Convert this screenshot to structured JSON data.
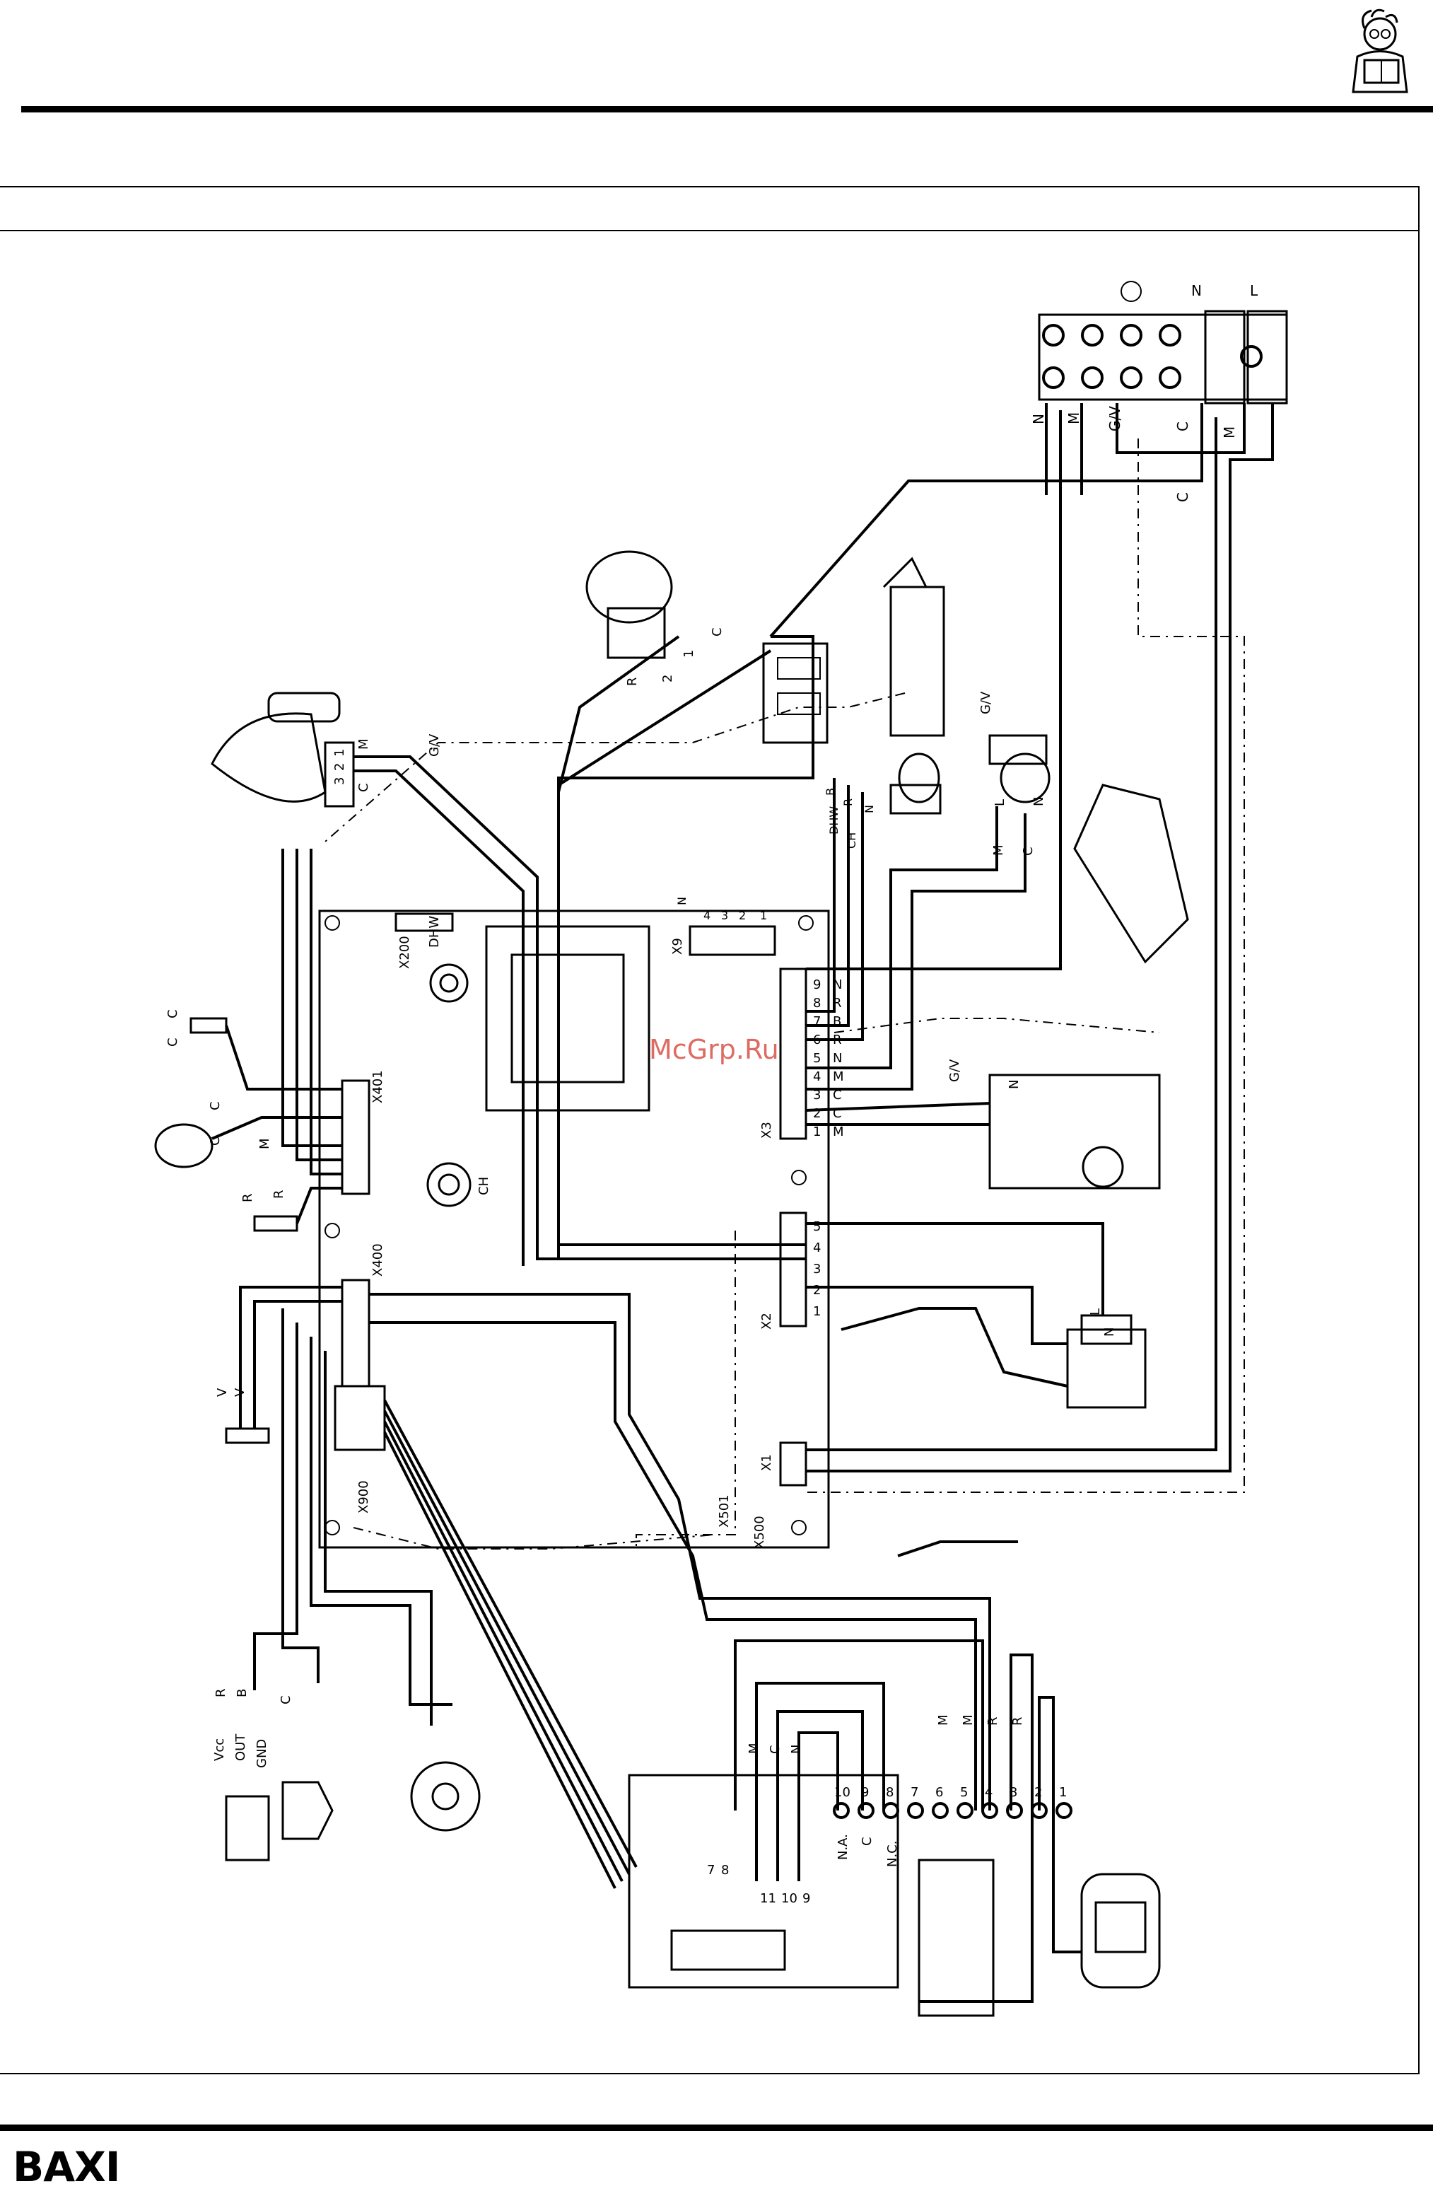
{
  "brand": "BAXI",
  "watermark": "McGrp.Ru",
  "wire_colors": [
    "N",
    "M",
    "G/V",
    "C",
    "R",
    "B",
    "V"
  ],
  "terminal_block_top": {
    "labels": [
      "N",
      "L"
    ]
  },
  "pcb": {
    "connectors": [
      "X200",
      "X401",
      "X400",
      "X900",
      "X9",
      "X3",
      "X2",
      "X1",
      "X501",
      "X500"
    ],
    "x3_pins": [
      "1",
      "2",
      "3",
      "4",
      "5",
      "6",
      "7",
      "8",
      "9"
    ],
    "x3_wires": [
      "M",
      "C",
      "C",
      "M",
      "N",
      "R",
      "B",
      "R",
      "N"
    ],
    "x2_pins": [
      "1",
      "2",
      "3",
      "4",
      "5"
    ],
    "x9_pins": [
      "4",
      "3",
      "2",
      "1"
    ],
    "pot_labels": [
      "CH",
      "DHW"
    ]
  },
  "wire_labels": {
    "sensor_a": [
      "C",
      "C"
    ],
    "sensor_b": [
      "C",
      "C",
      "M"
    ],
    "sensor_c": [
      "R",
      "R"
    ],
    "sensor_d": [
      "V",
      "V"
    ],
    "flow_sensor": [
      "Vcc",
      "OUT",
      "GND",
      "R",
      "B",
      "C"
    ],
    "fan": [
      "1",
      "2",
      "3",
      "M",
      "C",
      "G/V"
    ],
    "pressure_switch": [
      "1",
      "2",
      "R",
      "C"
    ],
    "diverter": [
      "DHW",
      "CH",
      "N",
      "B",
      "R",
      "N"
    ],
    "pump": [
      "G/V",
      "L",
      "N",
      "M",
      "C"
    ],
    "gas_valve": [
      "G/V",
      "N"
    ],
    "ignition": [
      "L",
      "N"
    ],
    "mains": [
      "N",
      "M",
      "G/V",
      "C",
      "M",
      "C"
    ]
  },
  "aux_board": {
    "terminals": [
      "10",
      "9",
      "8",
      "7",
      "6",
      "5",
      "4",
      "3",
      "2",
      "1"
    ],
    "relay_labels": [
      "N.A.",
      "C",
      "N.C."
    ],
    "plug_labels": [
      "7",
      "8"
    ],
    "small_terminals": [
      "11",
      "10",
      "9"
    ],
    "incoming": [
      "M",
      "C",
      "N"
    ],
    "terminal_wires": [
      "M",
      "M",
      "R",
      "R"
    ]
  }
}
